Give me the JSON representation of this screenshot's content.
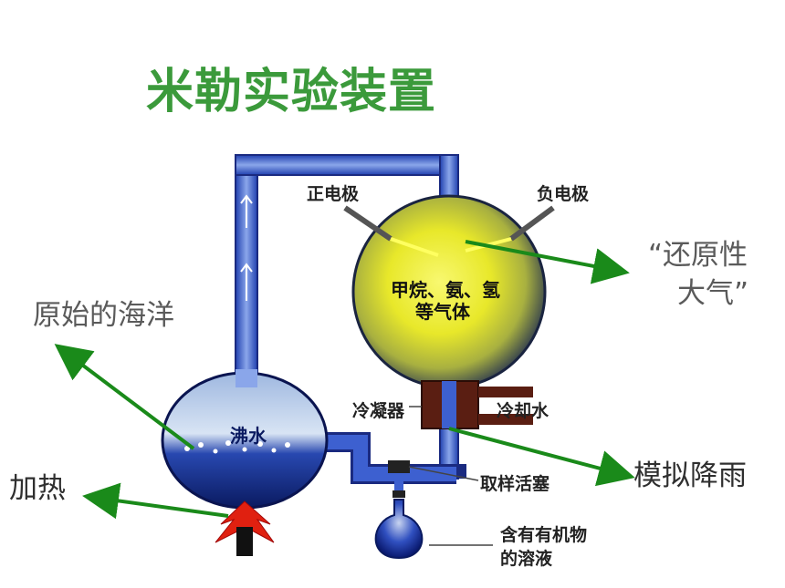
{
  "slide": {
    "title": "米勒实验装置",
    "annotations": {
      "primitive_ocean": "原始的海洋",
      "heating": "加热",
      "reducing_atmosphere_line1": "“还原性",
      "reducing_atmosphere_line2": "大气”",
      "simulate_rain": "模拟降雨"
    }
  },
  "apparatus": {
    "positive_electrode": "正电极",
    "negative_electrode": "负电极",
    "gas_line1": "甲烷、氨、氢",
    "gas_line2": "等气体",
    "boiling_water": "沸水",
    "condenser": "冷凝器",
    "cooling_water": "冷却水",
    "sampling_stopcock": "取样活塞",
    "solution_line1": "含有有机物",
    "solution_line2": "的溶液"
  },
  "colors": {
    "title_green": "#3b9a3b",
    "arrow_green": "#1a8a1a",
    "tube_blue": "#3050c8",
    "flame_red": "#e02010",
    "gas_yellow": "#f0f020"
  }
}
